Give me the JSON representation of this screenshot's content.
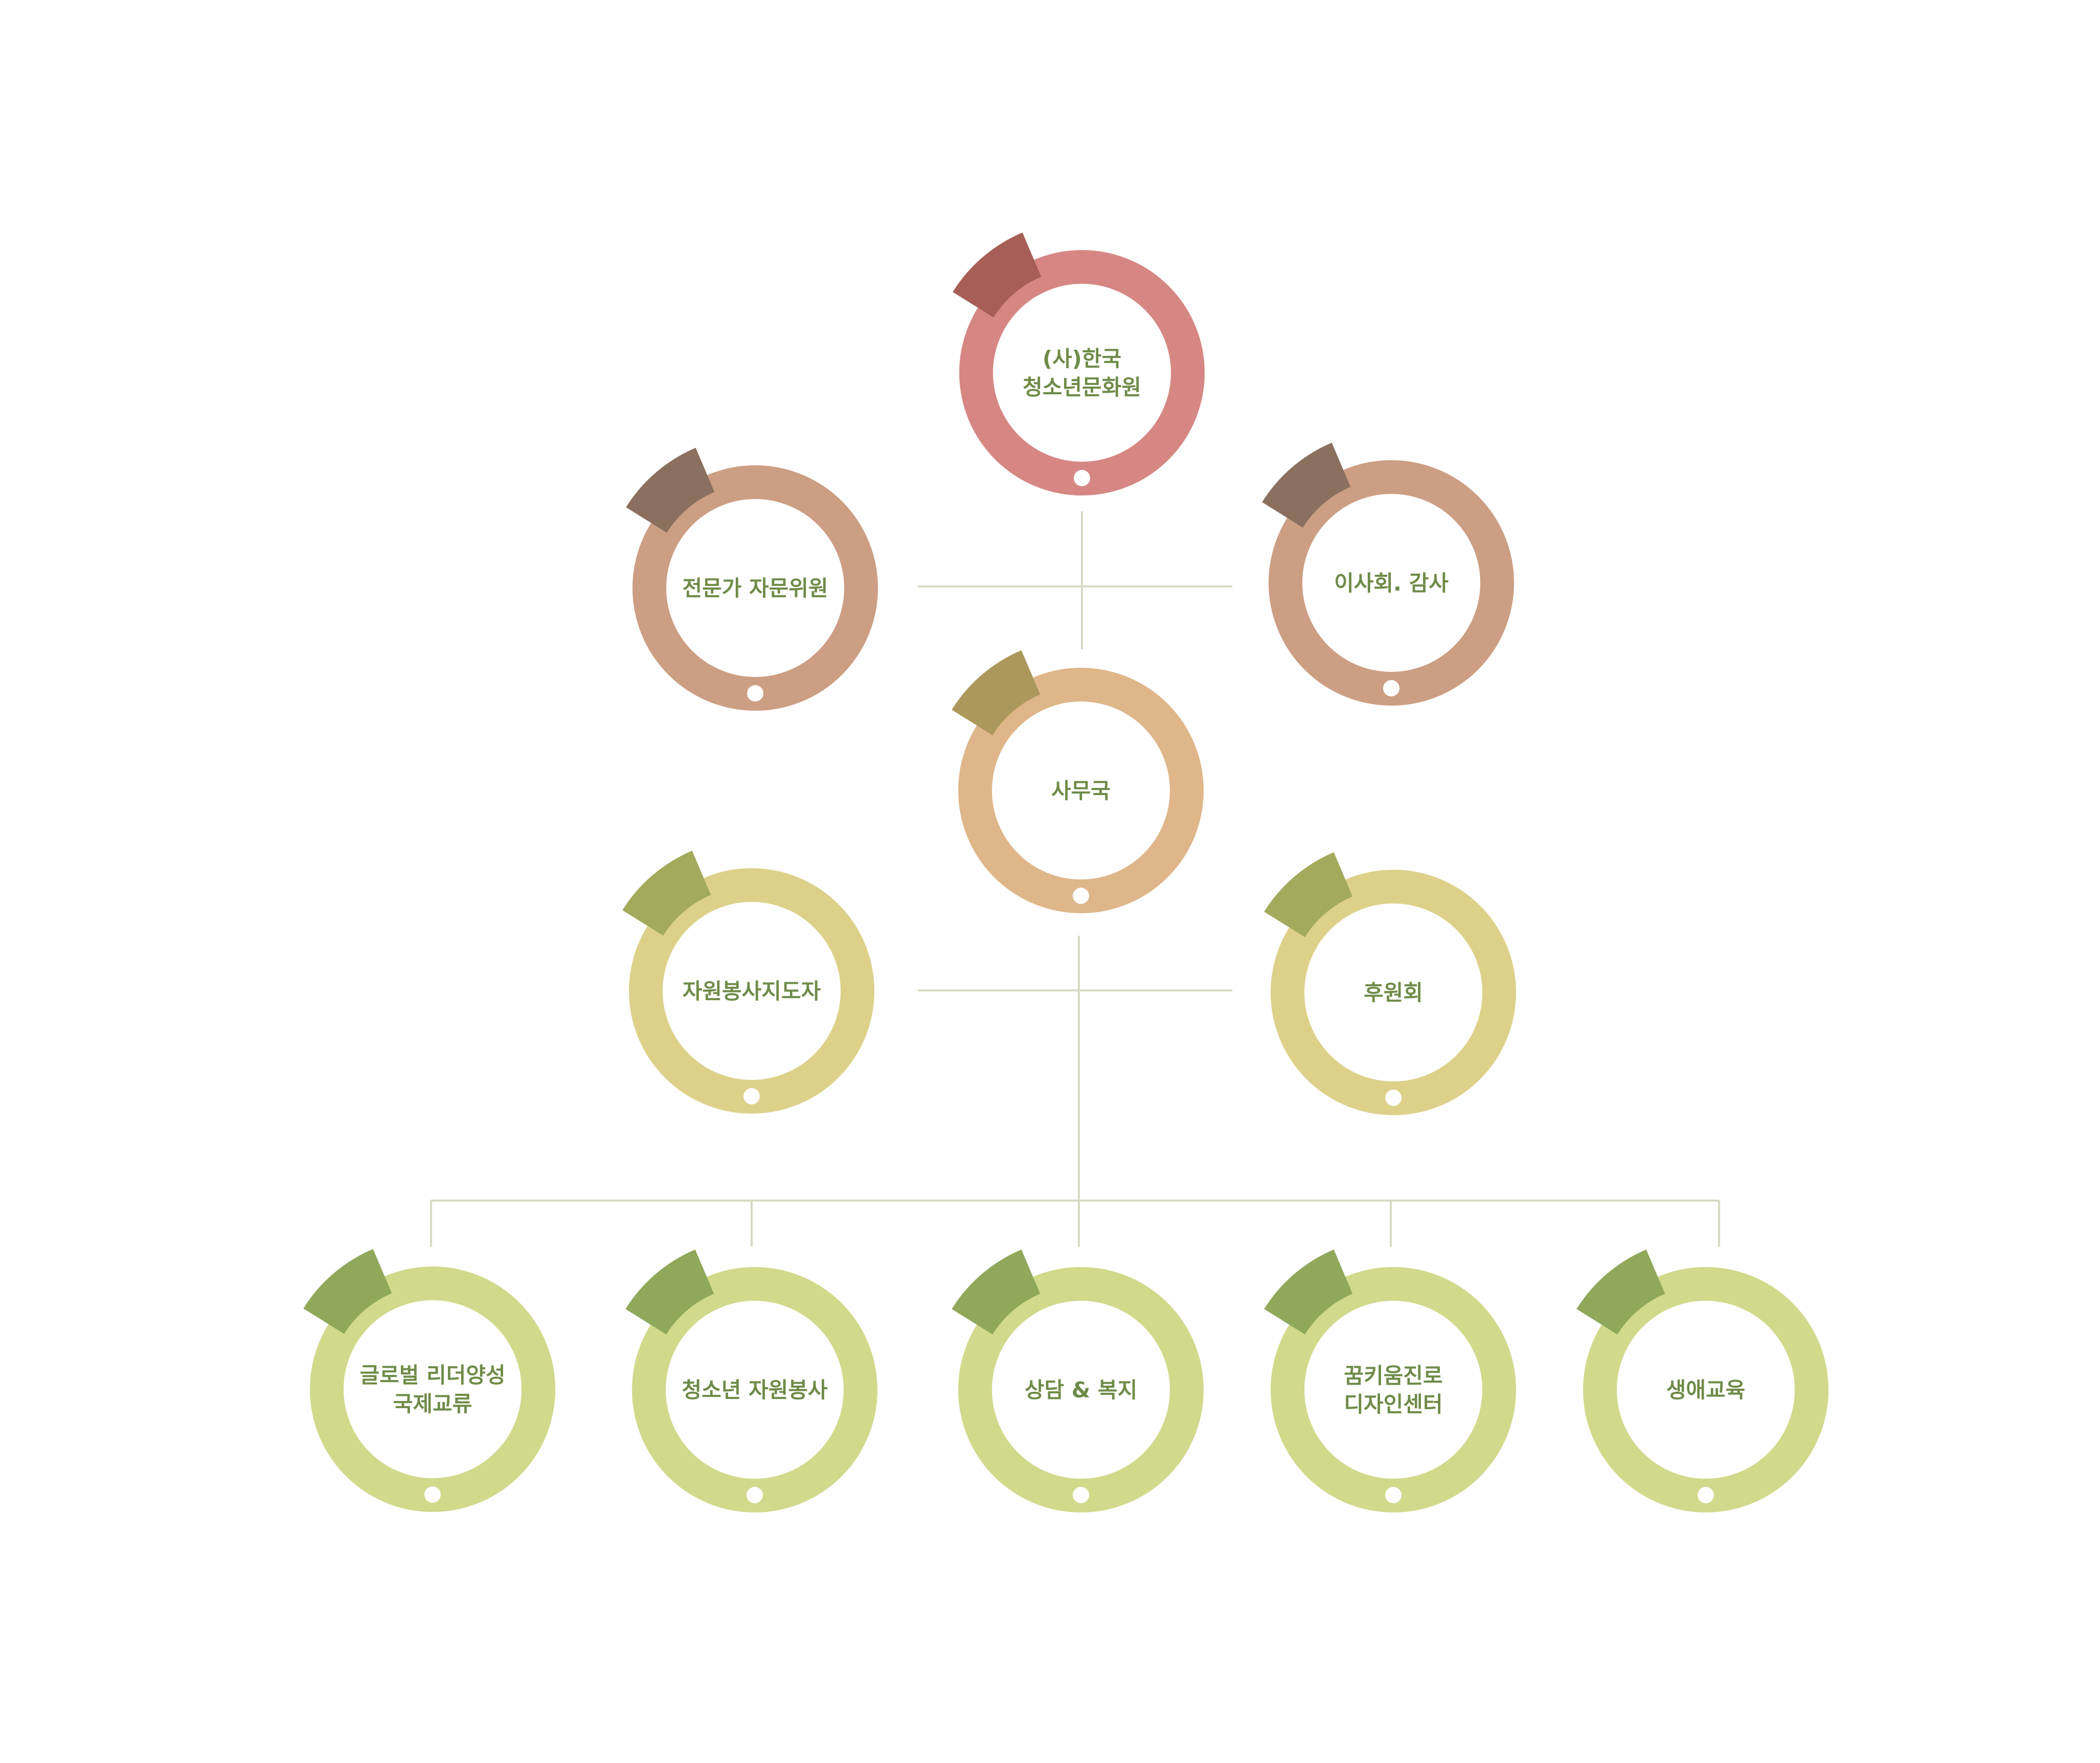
{
  "colors": {
    "background": "#ffffff",
    "connector": "#d7d9c4",
    "label": "#6f8b48",
    "dot": "#ffffff"
  },
  "nodes": [
    {
      "id": "root",
      "lines": [
        "(사)한국",
        "청소년문화원"
      ],
      "ring_color": "#d68783",
      "tab_color": "#a65e56"
    },
    {
      "id": "advisors",
      "lines": [
        "전문가 자문위원"
      ],
      "ring_color": "#cc9e83",
      "tab_color": "#8b705f"
    },
    {
      "id": "board",
      "lines": [
        "이사회. 감사"
      ],
      "ring_color": "#cc9e83",
      "tab_color": "#8b705f"
    },
    {
      "id": "secretariat",
      "lines": [
        "사무국"
      ],
      "ring_color": "#deb689",
      "tab_color": "#ab985a"
    },
    {
      "id": "volunteer-leaders",
      "lines": [
        "자원봉사지도자"
      ],
      "ring_color": "#ddd18a",
      "tab_color": "#a3aa5b"
    },
    {
      "id": "sponsors",
      "lines": [
        "후원회"
      ],
      "ring_color": "#ddd18a",
      "tab_color": "#a3aa5b"
    },
    {
      "id": "global",
      "lines": [
        "글로벌 리더양성",
        "국제교류"
      ],
      "ring_color": "#d1d98b",
      "tab_color": "#8fa85a"
    },
    {
      "id": "youth-volunteer",
      "lines": [
        "청소년 자원봉사"
      ],
      "ring_color": "#d1d98b",
      "tab_color": "#8fa85a"
    },
    {
      "id": "counseling",
      "lines": [
        "상담 & 복지"
      ],
      "ring_color": "#d1d98b",
      "tab_color": "#8fa85a"
    },
    {
      "id": "career",
      "lines": [
        "꿈키움진로",
        "디자인센터"
      ],
      "ring_color": "#d1d98b",
      "tab_color": "#8fa85a"
    },
    {
      "id": "life-education",
      "lines": [
        "생애교육"
      ],
      "ring_color": "#d1d98b",
      "tab_color": "#8fa85a"
    }
  ]
}
